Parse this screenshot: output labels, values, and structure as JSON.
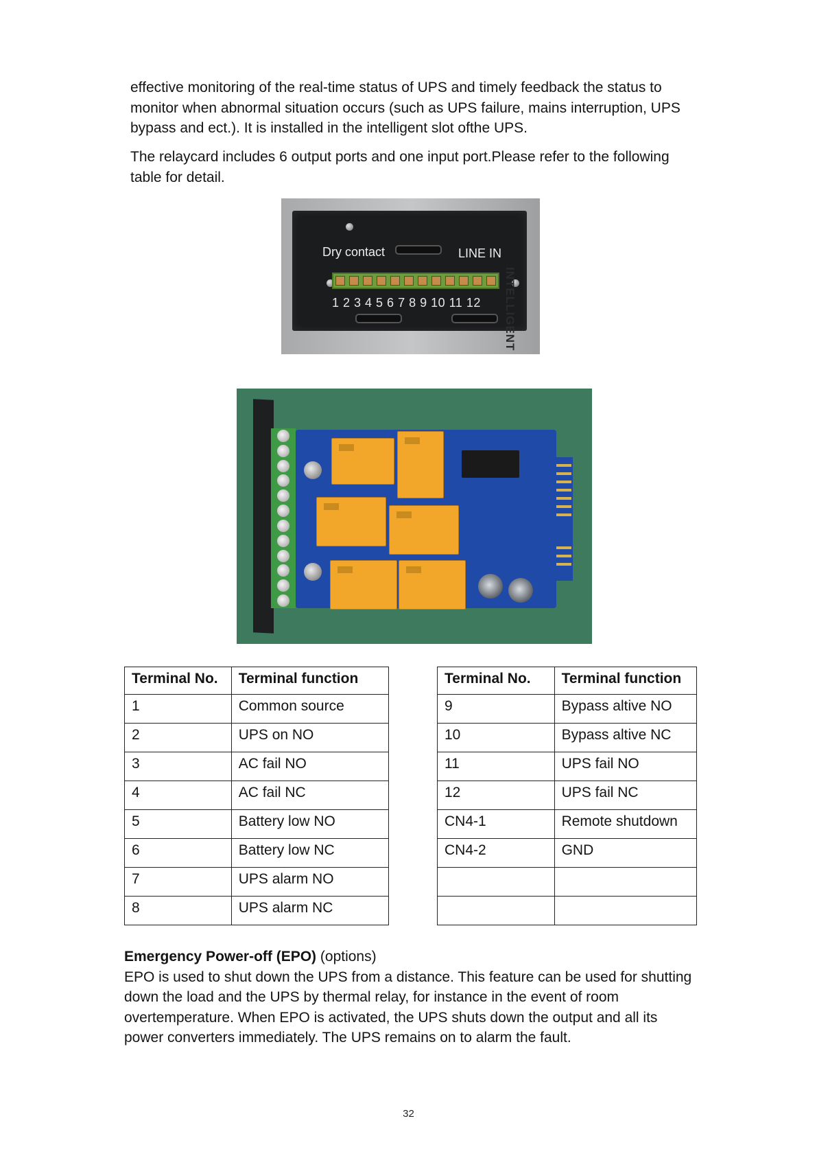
{
  "intro_text": "effective monitoring of the real-time status of UPS and timely feedback the status to monitor when abnormal situation occurs (such as UPS failure, mains interruption, UPS bypass and ect.). It is installed in the intelligent slot ofthe UPS.",
  "relay_text": "The relaycard includes 6 output ports and one input port.Please refer to the following table for detail.",
  "photo_slot": {
    "label_left": "Dry contact",
    "label_right": "LINE IN",
    "pin_numbers": "1 2 3 4 5 6 7 8 9 10 11 12",
    "side_label": "INTELLIGENT SLOT"
  },
  "table_left": {
    "header_no": "Terminal No.",
    "header_fn": "Terminal function",
    "rows": [
      {
        "no": "1",
        "fn": "Common source"
      },
      {
        "no": "2",
        "fn": "UPS on NO"
      },
      {
        "no": "3",
        "fn": "AC fail NO"
      },
      {
        "no": "4",
        "fn": "AC fail NC"
      },
      {
        "no": "5",
        "fn": "Battery low NO"
      },
      {
        "no": "6",
        "fn": "Battery low NC"
      },
      {
        "no": "7",
        "fn": "UPS alarm NO"
      },
      {
        "no": "8",
        "fn": "UPS alarm NC"
      }
    ]
  },
  "table_right": {
    "header_no": "Terminal No.",
    "header_fn": "Terminal function",
    "rows": [
      {
        "no": "9",
        "fn": "Bypass altive NO"
      },
      {
        "no": "10",
        "fn": "Bypass altive NC"
      },
      {
        "no": "11",
        "fn": "UPS fail NO"
      },
      {
        "no": "12",
        "fn": "UPS fail NC"
      },
      {
        "no": "CN4-1",
        "fn": "Remote shutdown"
      },
      {
        "no": "CN4-2",
        "fn": "GND"
      },
      {
        "no": "",
        "fn": ""
      },
      {
        "no": "",
        "fn": ""
      }
    ]
  },
  "epo": {
    "title": "Emergency Power-off (EPO)",
    "title_suffix": " (options)",
    "body": "EPO is used to shut down the UPS from a distance. This feature can be used for shutting down the load and the UPS by thermal relay, for instance in the event of room overtemperature. When EPO is activated, the UPS shuts down the output and all its power converters immediately. The UPS remains on to alarm the fault."
  },
  "page_number": "32"
}
